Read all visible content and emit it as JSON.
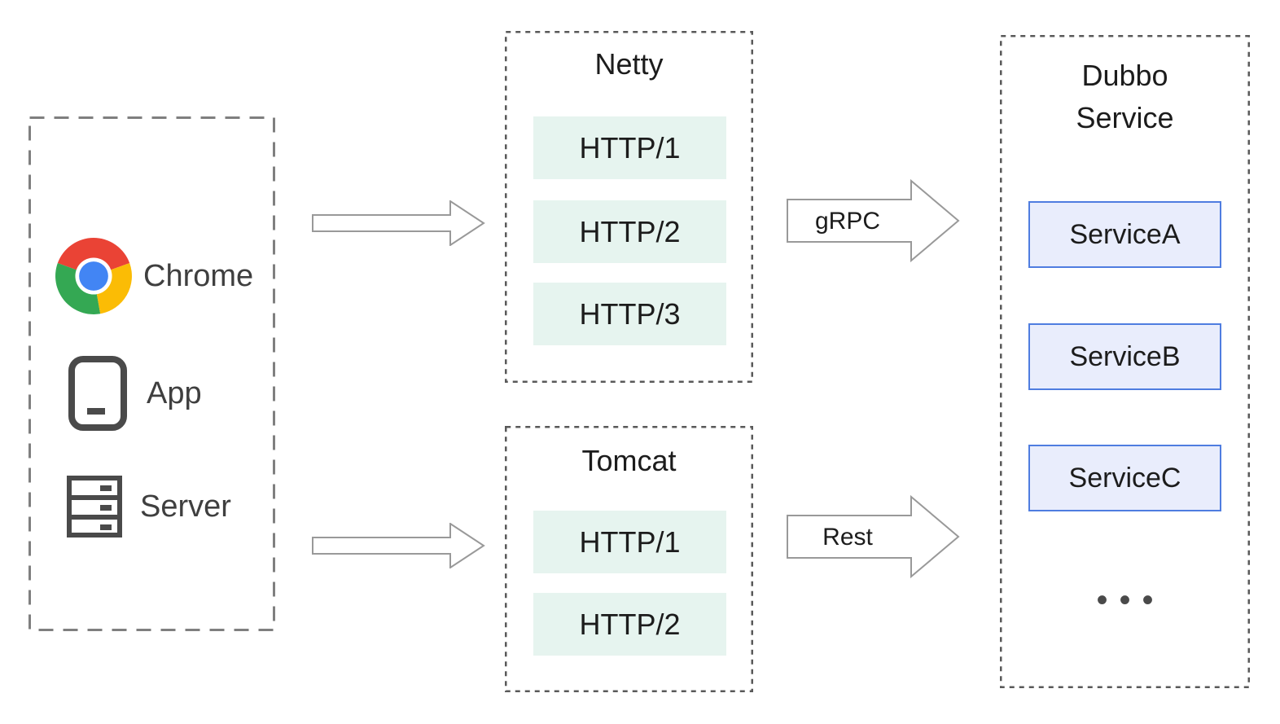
{
  "clients": {
    "items": [
      {
        "icon": "chrome-icon",
        "label": "Chrome"
      },
      {
        "icon": "app-icon",
        "label": "App"
      },
      {
        "icon": "server-icon",
        "label": "Server"
      }
    ]
  },
  "netty": {
    "title": "Netty",
    "protocols": [
      "HTTP/1",
      "HTTP/2",
      "HTTP/3"
    ]
  },
  "tomcat": {
    "title": "Tomcat",
    "protocols": [
      "HTTP/1",
      "HTTP/2"
    ]
  },
  "dubbo": {
    "title_lines": [
      "Dubbo",
      "Service"
    ],
    "services": [
      "ServiceA",
      "ServiceB",
      "ServiceC"
    ],
    "more_indicator": "•••"
  },
  "connectors": {
    "grpc": "gRPC",
    "rest": "Rest"
  },
  "colors": {
    "mintFill": "#e6f4ef",
    "serviceFill": "#e9edfc",
    "serviceBorder": "#4f7de0",
    "outerDash": "#7f7f7f",
    "innerDash": "#595959",
    "arrowStroke": "#999999",
    "textDark": "#1c1c1c",
    "textLabel": "#3f3f3f",
    "iconStroke": "#4a4a4a",
    "chromeRed": "#ea4335",
    "chromeGreen": "#34a853",
    "chromeYellow": "#fbbc05",
    "chromeBlue": "#4285f4"
  }
}
